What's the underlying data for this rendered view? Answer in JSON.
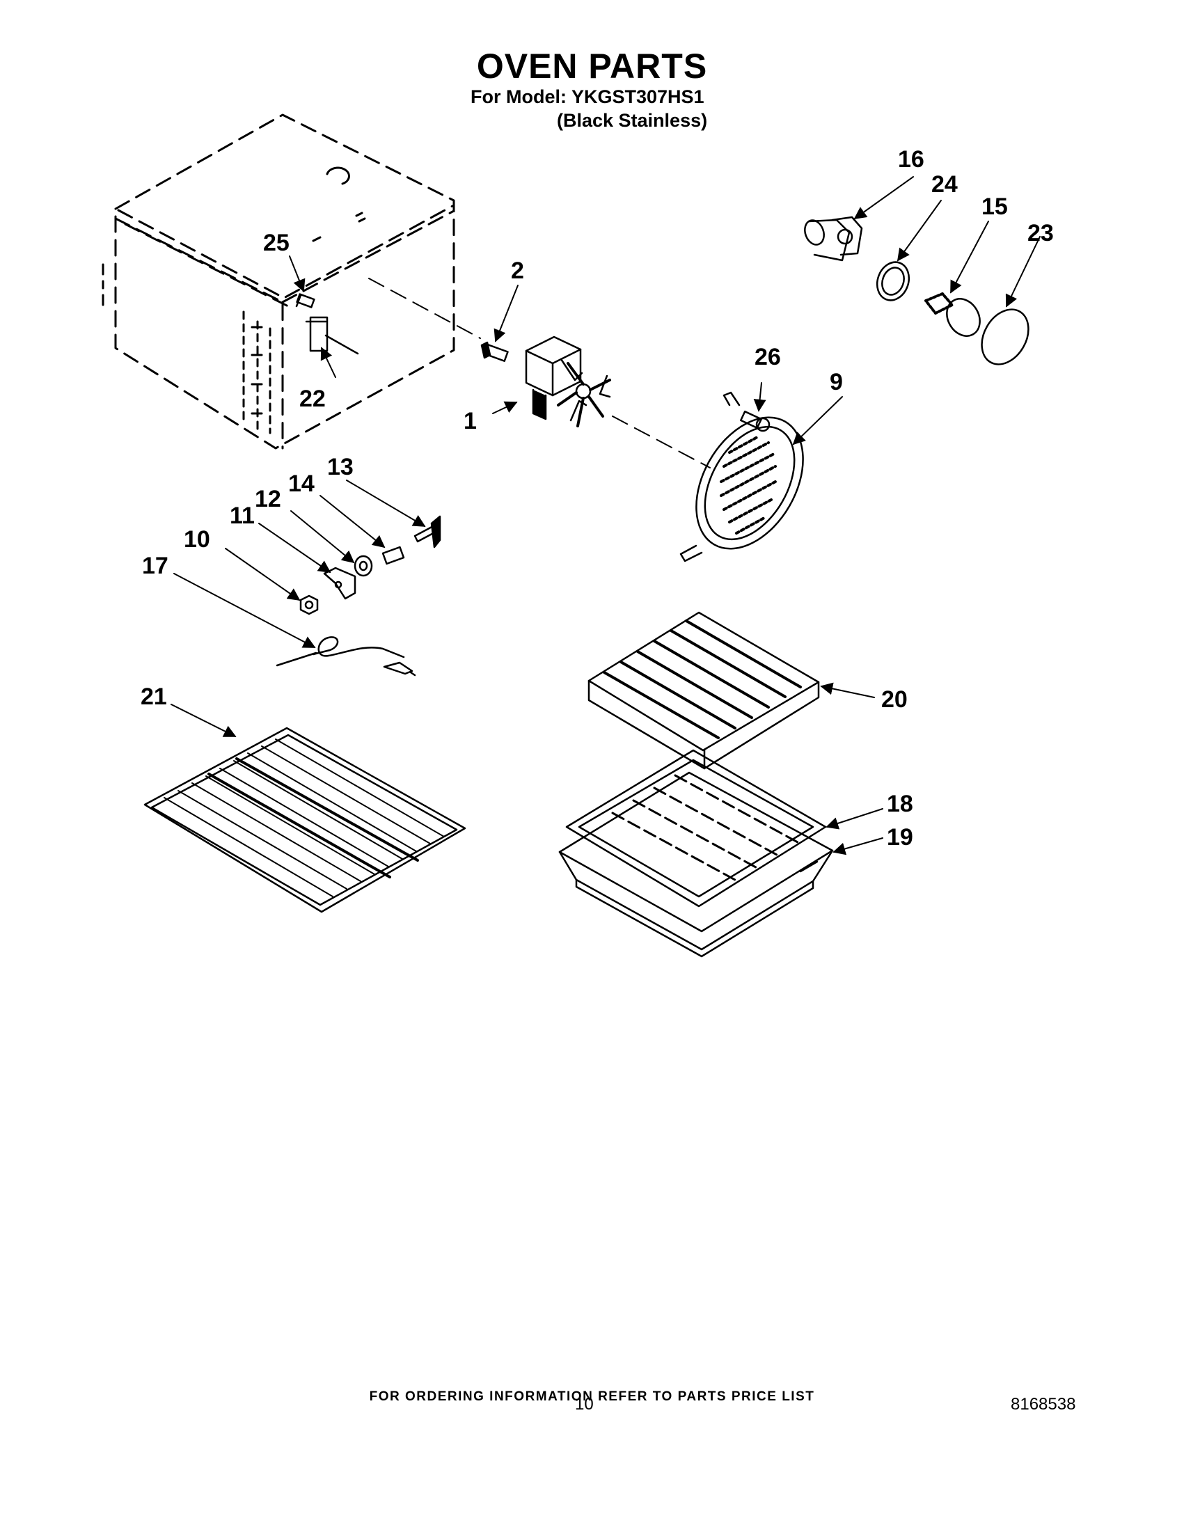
{
  "header": {
    "title": "OVEN PARTS",
    "model_line": "For Model: YKGST307HS1",
    "finish_line": "(Black Stainless)"
  },
  "callouts": [
    {
      "id": "1",
      "label": "1"
    },
    {
      "id": "2",
      "label": "2"
    },
    {
      "id": "9",
      "label": "9"
    },
    {
      "id": "10",
      "label": "10"
    },
    {
      "id": "11",
      "label": "11"
    },
    {
      "id": "12",
      "label": "12"
    },
    {
      "id": "13",
      "label": "13"
    },
    {
      "id": "14",
      "label": "14"
    },
    {
      "id": "15",
      "label": "15"
    },
    {
      "id": "16",
      "label": "16"
    },
    {
      "id": "17",
      "label": "17"
    },
    {
      "id": "18",
      "label": "18"
    },
    {
      "id": "19",
      "label": "19"
    },
    {
      "id": "20",
      "label": "20"
    },
    {
      "id": "21",
      "label": "21"
    },
    {
      "id": "22",
      "label": "22"
    },
    {
      "id": "23",
      "label": "23"
    },
    {
      "id": "24",
      "label": "24"
    },
    {
      "id": "25",
      "label": "25"
    },
    {
      "id": "26",
      "label": "26"
    }
  ],
  "footer": {
    "ordering_note": "FOR ORDERING INFORMATION REFER TO PARTS PRICE LIST",
    "page_number": "10",
    "document_number": "8168538"
  }
}
